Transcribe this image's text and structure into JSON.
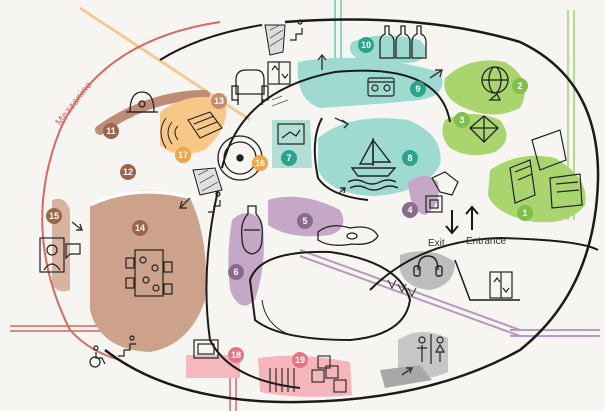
{
  "labels": {
    "mezzanine": "Mezzanine",
    "exit": "Exit",
    "entrance": "Entrance"
  },
  "colors": {
    "background": "#f7f5f1",
    "outline": "#1a1a1a",
    "green": "#a9d46e",
    "teal": "#9fdad0",
    "teal_dark": "#2ba48f",
    "purple": "#b79ab9",
    "purple_dark": "#8b6a8d",
    "brown": "#c69e88",
    "brown_dark": "#9a6549",
    "orange": "#f5b45a",
    "pink": "#f1a9ae",
    "pink_dark": "#e27583",
    "gray": "#9a9a9a",
    "mezzanine_line": "#d66a62"
  },
  "zones": [
    {
      "number": "1",
      "color": "green"
    },
    {
      "number": "2",
      "color": "green"
    },
    {
      "number": "3",
      "color": "green"
    },
    {
      "number": "4",
      "color": "purple"
    },
    {
      "number": "5",
      "color": "purple"
    },
    {
      "number": "6",
      "color": "purple"
    },
    {
      "number": "7",
      "color": "teal"
    },
    {
      "number": "8",
      "color": "teal"
    },
    {
      "number": "9",
      "color": "teal"
    },
    {
      "number": "10",
      "color": "teal"
    },
    {
      "number": "11",
      "color": "brown"
    },
    {
      "number": "12",
      "color": "brown"
    },
    {
      "number": "13",
      "color": "brown"
    },
    {
      "number": "14",
      "color": "brown"
    },
    {
      "number": "15",
      "color": "brown"
    },
    {
      "number": "16",
      "color": "orange"
    },
    {
      "number": "17",
      "color": "orange"
    },
    {
      "number": "18",
      "color": "pink"
    },
    {
      "number": "19",
      "color": "pink"
    }
  ],
  "icons": [
    "elevator-icon",
    "wheelchair-icon",
    "stairs-icon",
    "restroom-icon",
    "bottles-icon",
    "boat-icon",
    "globe-icon",
    "armchair-icon",
    "bell-jar-icon",
    "headphones-icon",
    "portrait-icon",
    "vase-icon",
    "tablet-icon",
    "table-icon",
    "bed-icon"
  ]
}
